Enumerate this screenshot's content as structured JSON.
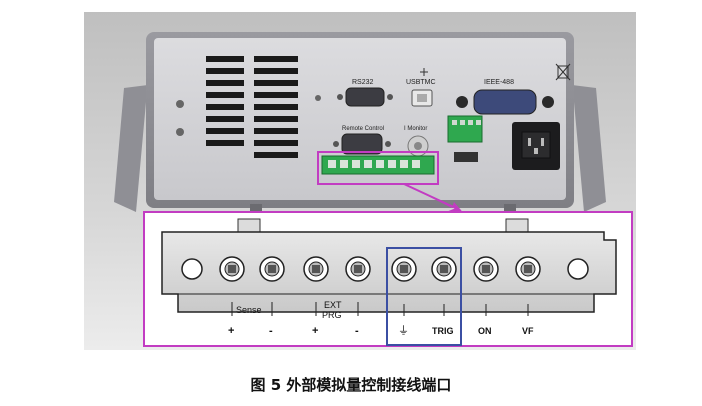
{
  "figure": {
    "caption": "图 5   外部模拟量控制接线端口",
    "rear_panel": {
      "port_rs232": "RS232",
      "port_usbtmc": "USBTMC",
      "port_ieee": "IEEE-488",
      "port_remote": "Remote Control",
      "port_imonitor": "I Monitor"
    },
    "terminal": {
      "sense_label": "Sense",
      "sense_plus": "+",
      "sense_minus": "-",
      "ext_label_1": "EXT",
      "ext_label_2": "PRG",
      "ext_plus": "+",
      "ext_minus": "-",
      "ground_symbol": "⏚",
      "trig_label": "TRIG",
      "on_label": "ON",
      "vf_label": "VF"
    },
    "colors": {
      "callout": "#c23cc2",
      "highlight": "#3b4fa3",
      "connector_green": "#2fa84f"
    }
  }
}
